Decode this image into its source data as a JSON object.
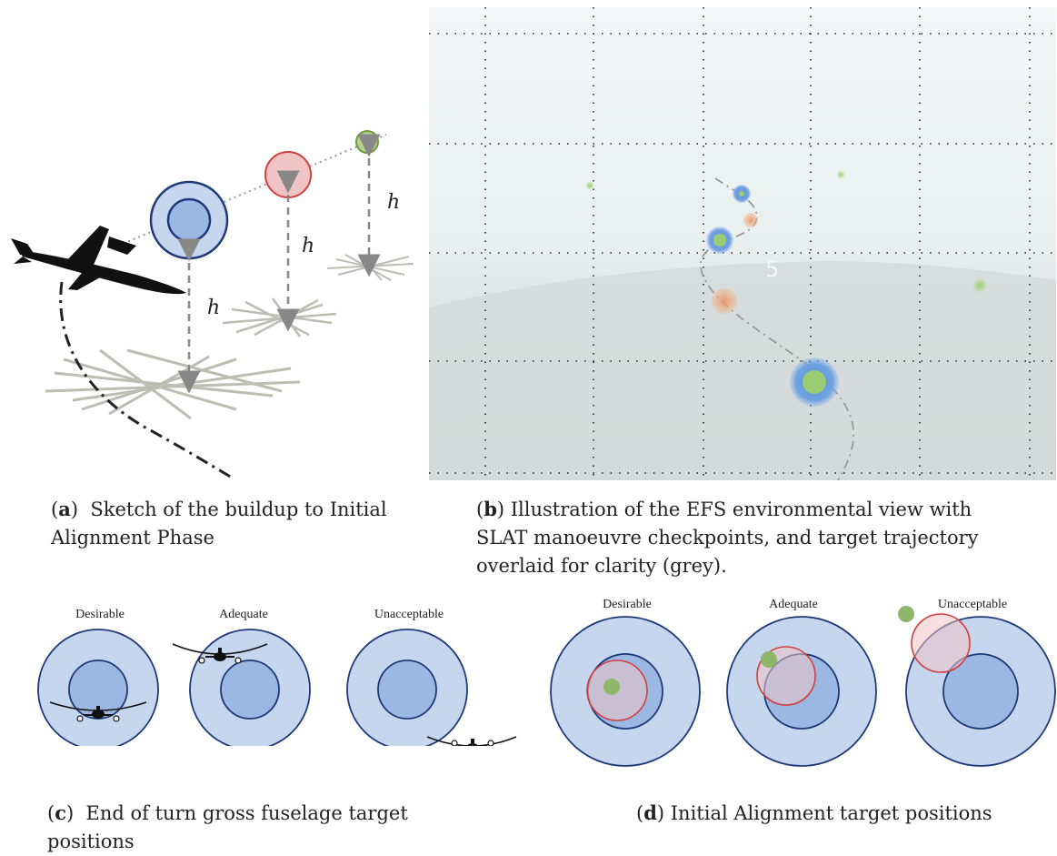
{
  "panel_a": {
    "tag": "a",
    "caption": "Sketch of the buildup to Initial Alignment Phase",
    "height_labels": [
      "h",
      "h",
      "h"
    ]
  },
  "panel_b": {
    "tag": "b",
    "caption": "Illustration of the EFS environmental view with SLAT manoeuvre checkpoints, and target trajectory overlaid for clarity (grey).",
    "overlay_number": "5"
  },
  "panel_c": {
    "tag": "c",
    "caption": "End of turn gross fuselage target positions",
    "labels": [
      "Desirable",
      "Adequate",
      "Unacceptable"
    ]
  },
  "panel_d": {
    "tag": "d",
    "caption": "Initial Alignment target positions",
    "labels": [
      "Desirable",
      "Adequate",
      "Unacceptable"
    ]
  },
  "colors": {
    "ring_outer": "#c5d6ee",
    "ring_inner": "#9ab8e2",
    "ring_stroke": "#1f3a78",
    "red_circle": "#f0c4c4",
    "red_stroke": "#d04040",
    "green_dot": "#8db86a",
    "grid": "#bdbdb4"
  }
}
